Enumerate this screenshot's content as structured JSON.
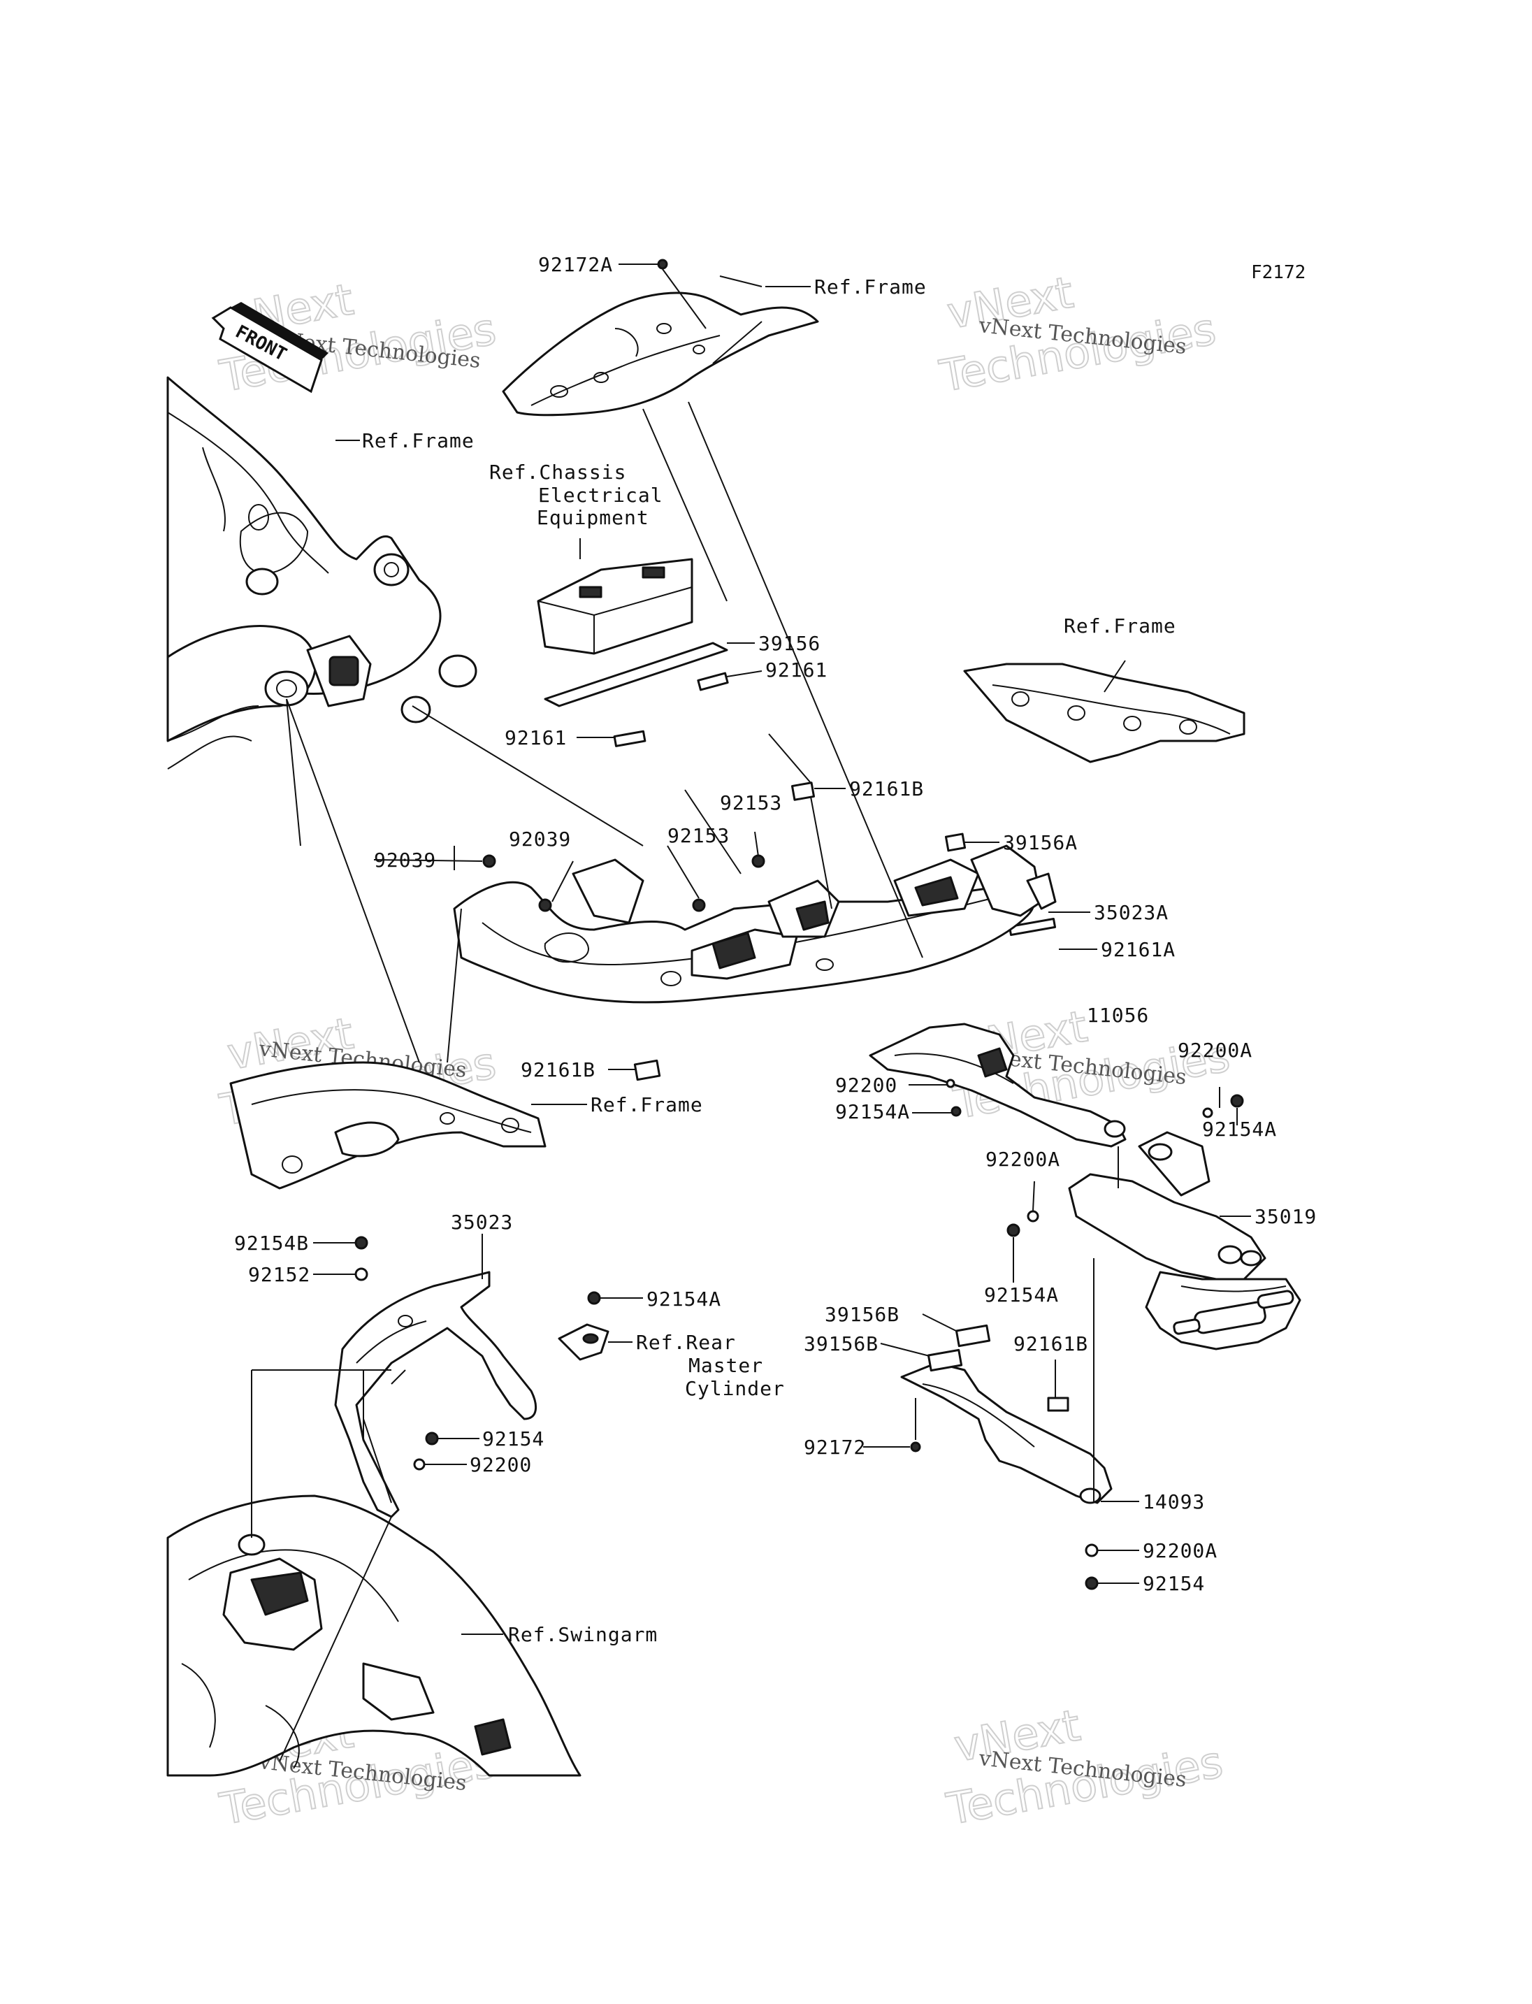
{
  "figure_id": "F2172",
  "front_label": "FRONT",
  "watermark": {
    "line1": "vNext Technologies",
    "line2": "Technologies",
    "big_prefix": "vNext"
  },
  "labels": {
    "l92172A": "92172A",
    "refFrame1": "Ref.Frame",
    "refFrame2": "Ref.Frame",
    "refFrame3": "Ref.Frame",
    "refFrame4": "Ref.Frame",
    "refChassis1": "Ref.Chassis",
    "refChassis2": "Electrical",
    "refChassis3": "Equipment",
    "l39156": "39156",
    "l92161a": "92161",
    "l92161b": "92161",
    "l92161B1": "92161B",
    "l92153a": "92153",
    "l92153b": "92153",
    "l92039a": "92039",
    "l92039b": "92039",
    "l39156A": "39156A",
    "l35023A": "35023A",
    "l92161A": "92161A",
    "l11056": "11056",
    "l92200A1": "92200A",
    "l92200": "92200",
    "l92154A1": "92154A",
    "l92154A2": "92154A",
    "l92161B2": "92161B",
    "l92200A2": "92200A",
    "l35019": "35019",
    "l92154A3": "92154A",
    "l92154B": "92154B",
    "l35023": "35023",
    "l92152": "92152",
    "l92154A4": "92154A",
    "refRear1": "Ref.Rear",
    "refRear2": "Master",
    "refRear3": "Cylinder",
    "l39156B1": "39156B",
    "l39156B2": "39156B",
    "l92161B3": "92161B",
    "l92154a": "92154",
    "l92200b": "92200",
    "l92172": "92172",
    "l14093": "14093",
    "l92200A3": "92200A",
    "l92154b": "92154",
    "refSwingarm": "Ref.Swingarm"
  }
}
